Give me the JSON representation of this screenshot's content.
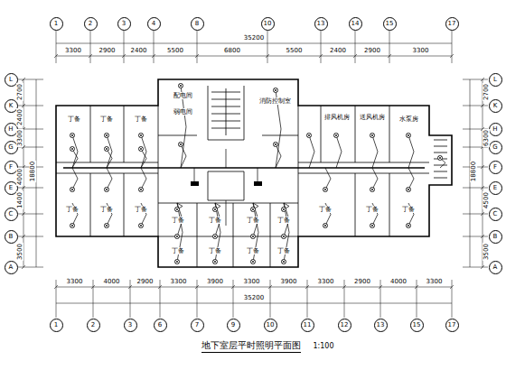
{
  "diagram": {
    "title": "地下室层平时照明平面图",
    "nodes": [
      {
        "text": [
          "1"
        ]
      },
      {
        "text": [
          "2"
        ]
      },
      {
        "text": [
          "3"
        ]
      },
      {
        "text": [
          "4"
        ]
      },
      {
        "text": [
          "8"
        ]
      },
      {
        "text": [
          "10"
        ]
      },
      {
        "text": [
          "13"
        ]
      },
      {
        "text": [
          "14"
        ]
      },
      {
        "text": [
          "15"
        ]
      },
      {
        "text": [
          "17"
        ]
      },
      {
        "text": [
          "1"
        ]
      },
      {
        "text": [
          "2"
        ]
      },
      {
        "text": [
          "3"
        ]
      },
      {
        "text": [
          "6"
        ]
      },
      {
        "text": [
          "7"
        ]
      },
      {
        "text": [
          "9"
        ]
      },
      {
        "text": [
          "10"
        ]
      },
      {
        "text": [
          "11"
        ]
      },
      {
        "text": [
          "12"
        ]
      },
      {
        "text": [
          "13"
        ]
      },
      {
        "text": [
          "15"
        ]
      },
      {
        "text": [
          "17"
        ]
      },
      {
        "text": [
          "L"
        ]
      },
      {
        "text": [
          "K"
        ]
      },
      {
        "text": [
          "H"
        ]
      },
      {
        "text": [
          "G"
        ]
      },
      {
        "text": [
          "F"
        ]
      },
      {
        "text": [
          "E"
        ]
      },
      {
        "text": [
          "C"
        ]
      },
      {
        "text": [
          "B"
        ]
      },
      {
        "text": [
          "A"
        ]
      },
      {
        "text": [
          "L"
        ]
      },
      {
        "text": [
          "K"
        ]
      },
      {
        "text": [
          "H"
        ]
      },
      {
        "text": [
          "G"
        ]
      },
      {
        "text": [
          "F"
        ]
      },
      {
        "text": [
          "E"
        ]
      },
      {
        "text": [
          "C"
        ]
      },
      {
        "text": [
          "B"
        ]
      },
      {
        "text": [
          "A"
        ]
      }
    ],
    "labels": [
      "3300",
      "2900",
      "2400",
      "5500",
      "6800",
      "5500",
      "2400",
      "2900",
      "3300",
      "35200",
      "35200",
      "3300",
      "4000",
      "2900",
      "3300",
      "3900",
      "3300",
      "3900",
      "3300",
      "2900",
      "4000",
      "3300",
      "2700",
      "2400",
      "3300",
      "4000",
      "1400",
      "3500",
      "18800",
      "2700",
      "6300",
      "4500",
      "3500",
      "18800",
      "丁备",
      "丁备",
      "丁备",
      "配电间",
      "弱电间",
      "消防控制室",
      "丁备",
      "丁备",
      "丁备",
      "丁备",
      "丁备",
      "丁备",
      "丁备",
      "丁备",
      "丁备",
      "丁备",
      "丁备",
      "排风机房",
      "送风机房",
      "水泵房",
      "丁备",
      "丁备",
      "丁备",
      "1:100"
    ]
  }
}
